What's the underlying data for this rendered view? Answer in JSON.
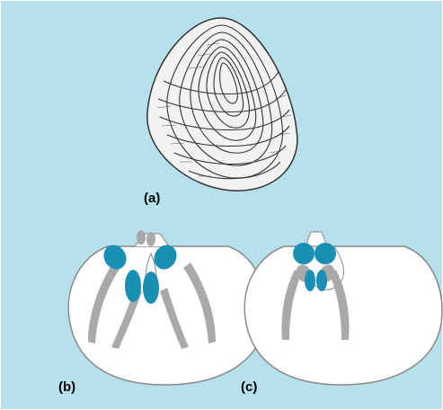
{
  "figure": {
    "background_color": "#b6e0ec",
    "valve_fill": "#ffffff",
    "muscle_scar_color": "#1a8fb4",
    "arm_color": "#a9a9a9",
    "outline_color": "#888888",
    "labels": {
      "a": "(a)",
      "b": "(b)",
      "c": "(c)"
    }
  }
}
